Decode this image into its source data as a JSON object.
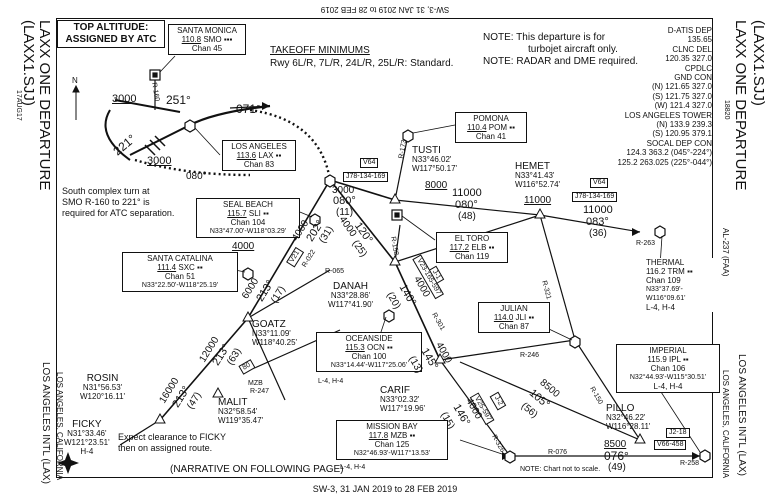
{
  "header": {
    "top_caption": "SW-3, 31 JAN 2019 to 28 FEB 2019",
    "bottom_caption": "SW-3,  31 JAN 2019  to  28 FEB 2019",
    "left_title": "LAXX ONE DEPARTURE",
    "left_subtitle": "(LAXX1.SJJ)",
    "left_code": "17AUG17",
    "left_location": "LOS ANGELES, CALIFORNIA",
    "left_airport": "LOS ANGELES INTL (LAX)",
    "right_title": "LAXX ONE DEPARTURE",
    "right_subtitle": "(LAXX1.SJJ)",
    "right_code": "18820",
    "right_faa": "AL-237 (FAA)",
    "right_location": "LOS ANGELES, CALIFORNIA",
    "right_airport": "LOS ANGELES INTL (LAX)"
  },
  "top_altitude": {
    "line1": "TOP ALTITUDE:",
    "line2": "ASSIGNED BY ATC"
  },
  "takeoff": {
    "title": "TAKEOFF MINIMUMS",
    "text": "Rwy 6L/R, 7L/R, 24L/R, 25L/R: Standard."
  },
  "notes": {
    "note1_label": "NOTE:",
    "note1_text": "This departure is for",
    "note1_text2": "turbojet aircraft only.",
    "note2_label": "NOTE:",
    "note2_text": "RADAR and DME required."
  },
  "comms": [
    {
      "label": "D-ATIS DEP",
      "value": "135.65"
    },
    {
      "label": "CLNC DEL",
      "value": ""
    },
    {
      "label": "120.35  327.0",
      "value": ""
    },
    {
      "label": "CPDLC",
      "value": ""
    },
    {
      "label": "GND CON",
      "value": ""
    },
    {
      "label": "(N) 121.65  327.0",
      "value": ""
    },
    {
      "label": "(S) 121.75  327.0",
      "value": ""
    },
    {
      "label": "(W) 121.4  327.0",
      "value": ""
    },
    {
      "label": "LOS ANGELES TOWER",
      "value": ""
    },
    {
      "label": "(N) 133.9  239.3",
      "value": ""
    },
    {
      "label": "(S) 120.95  379.1",
      "value": ""
    },
    {
      "label": "SOCAL DEP CON",
      "value": ""
    },
    {
      "label": "124.3  363.2 (045°-224°)",
      "value": ""
    },
    {
      "label": "125.2  263.025 (225°-044°)",
      "value": ""
    }
  ],
  "navaids": {
    "santa_monica": {
      "name": "SANTA MONICA",
      "freq": "110.8",
      "id": "SMO",
      "chan": "Chan 45"
    },
    "los_angeles": {
      "name": "LOS ANGELES",
      "freq": "113.6",
      "id": "LAX",
      "chan": "Chan 83"
    },
    "pomona": {
      "name": "POMONA",
      "freq": "110.4",
      "id": "POM",
      "chan": "Chan 41"
    },
    "seal_beach": {
      "name": "SEAL BEACH",
      "freq": "115.7",
      "id": "SLI",
      "chan": "Chan 104",
      "coords": "N33°47.00'-W118°03.29'"
    },
    "el_toro": {
      "name": "EL TORO",
      "freq": "117.2",
      "id": "ELB",
      "chan": "Chan 119"
    },
    "santa_catalina": {
      "name": "SANTA CATALINA",
      "freq": "111.4",
      "id": "SXC",
      "chan": "Chan 51",
      "coords": "N33°22.50'-W118°25.19'"
    },
    "oceanside": {
      "name": "OCEANSIDE",
      "freq": "115.3",
      "id": "OCN",
      "chan": "Chan 100",
      "coords": "N33°14.44'-W117°25.06'",
      "extra": "L-4, H-4"
    },
    "julian": {
      "name": "JULIAN",
      "freq": "114.0",
      "id": "JLI",
      "chan": "Chan 87"
    },
    "thermal": {
      "name": "THERMAL",
      "freq": "116.2",
      "id": "TRM",
      "chan": "Chan 109",
      "coords": "N33°37.69'-W116°09.61'",
      "extra": "L-4, H-4"
    },
    "imperial": {
      "name": "IMPERIAL",
      "freq": "115.9",
      "id": "IPL",
      "chan": "Chan 106",
      "coords": "N32°44.93'-W115°30.51'",
      "extra": "L-4, H-4"
    },
    "mission_bay": {
      "name": "MISSION BAY",
      "freq": "117.8",
      "id": "MZB",
      "chan": "Chan 125",
      "coords": "N32°46.93'-W117°13.53'",
      "extra": "L-4, H-4"
    }
  },
  "fixes": {
    "tusti": {
      "name": "TUSTI",
      "lat": "N33°46.02'",
      "lon": "W117°50.17'"
    },
    "hemet": {
      "name": "HEMET",
      "lat": "N33°41.43'",
      "lon": "W116°52.74'"
    },
    "danah": {
      "name": "DANAH",
      "lat": "N33°28.86'",
      "lon": "W117°41.90'"
    },
    "goatz": {
      "name": "GOATZ",
      "lat": "N33°11.09'",
      "lon": "W118°40.25'"
    },
    "malit": {
      "name": "MALIT",
      "lat": "N32°58.54'",
      "lon": "W119°35.47'"
    },
    "rosin": {
      "name": "ROSIN",
      "lat": "N31°56.53'",
      "lon": "W120°16.11'"
    },
    "ficky": {
      "name": "FICKY",
      "lat": "N31°33.46'",
      "lon": "W121°23.51'",
      "extra": "H-4"
    },
    "carif": {
      "name": "CARIF",
      "lat": "N33°02.32'",
      "lon": "W117°19.96'"
    },
    "pillo": {
      "name": "PILLO",
      "lat": "N32°46.22'",
      "lon": "W116°28.11'"
    }
  },
  "routes": {
    "v64_a": "V64",
    "j78_a": "J78-134-169",
    "v64_b": "V64",
    "j78_b": "J78-134-169",
    "v21": "V21",
    "j1": "J-1",
    "v23": "V23-165-597",
    "j2": "J-2",
    "v25": "V25-597",
    "j2b": "J2-18",
    "v66": "V66-458"
  },
  "labels": {
    "north": "N",
    "alt_3000_a": "3000",
    "hdg_251": "251°",
    "r160": "R-160",
    "hdg_071": "071°",
    "hdg_221": "221°",
    "alt_3000_b": "3000",
    "hdg_080a": "080°",
    "south_note_1": "South complex turn at",
    "south_note_2": "SMO R-160 to 221° is",
    "south_note_3": "required for ATC separation.",
    "r173": "R-173",
    "alt_8000": "8000",
    "alt_3000_c": "3000",
    "hdg_080b": "080°",
    "dist_11a": "(11)",
    "alt_11000_a": "11000",
    "hdg_080c": "080°",
    "dist_48": "(48)",
    "alt_11000_b": "11000",
    "alt_11000_c": "11000",
    "hdg_083": "083°",
    "dist_36": "(36)",
    "r263": "R-263",
    "alt_4000_a": "4000",
    "hdg_202": "202°",
    "dist_31": "(31)",
    "r022": "R-022",
    "alt_4000_b": "4000",
    "hdg_120": "120°",
    "dist_25": "(25)",
    "r158": "R-158",
    "r065": "R-065",
    "alt_4000_c": "4000",
    "alt_6000": "6000",
    "hdg_213a": "213°",
    "dist_17": "(17)",
    "alt_4000_d": "4000",
    "hdg_140a": "140°",
    "dist_20": "(20)",
    "r321": "R-321",
    "r301": "R-301",
    "alt_12000": "12000",
    "hdg_213b": "213°",
    "dist_63": "(63)",
    "r80": "80",
    "mzb": "MZB",
    "r247": "R-247",
    "alt_16000": "16000",
    "hdg_213c": "213°",
    "dist_47": "(47)",
    "alt_4000_e": "4000",
    "hdg_145": "145°",
    "dist_13": "(13)",
    "r246": "R-246",
    "alt_8500_a": "8500",
    "hdg_105": "105°",
    "dist_56": "(56)",
    "r150": "R-150",
    "alt_4000_f": "4000",
    "hdg_146": "146°",
    "dist_15": "(15)",
    "r326": "R-326",
    "alt_8500_b": "8500",
    "hdg_076": "076°",
    "dist_49": "(49)",
    "r076": "R-076",
    "r258": "R-258",
    "ficky_note_1": "Expect clearance to FICKY",
    "ficky_note_2": "then on assigned route.",
    "narrative": "(NARRATIVE ON FOLLOWING PAGE)",
    "not_to_scale": "NOTE: Chart not to scale."
  }
}
